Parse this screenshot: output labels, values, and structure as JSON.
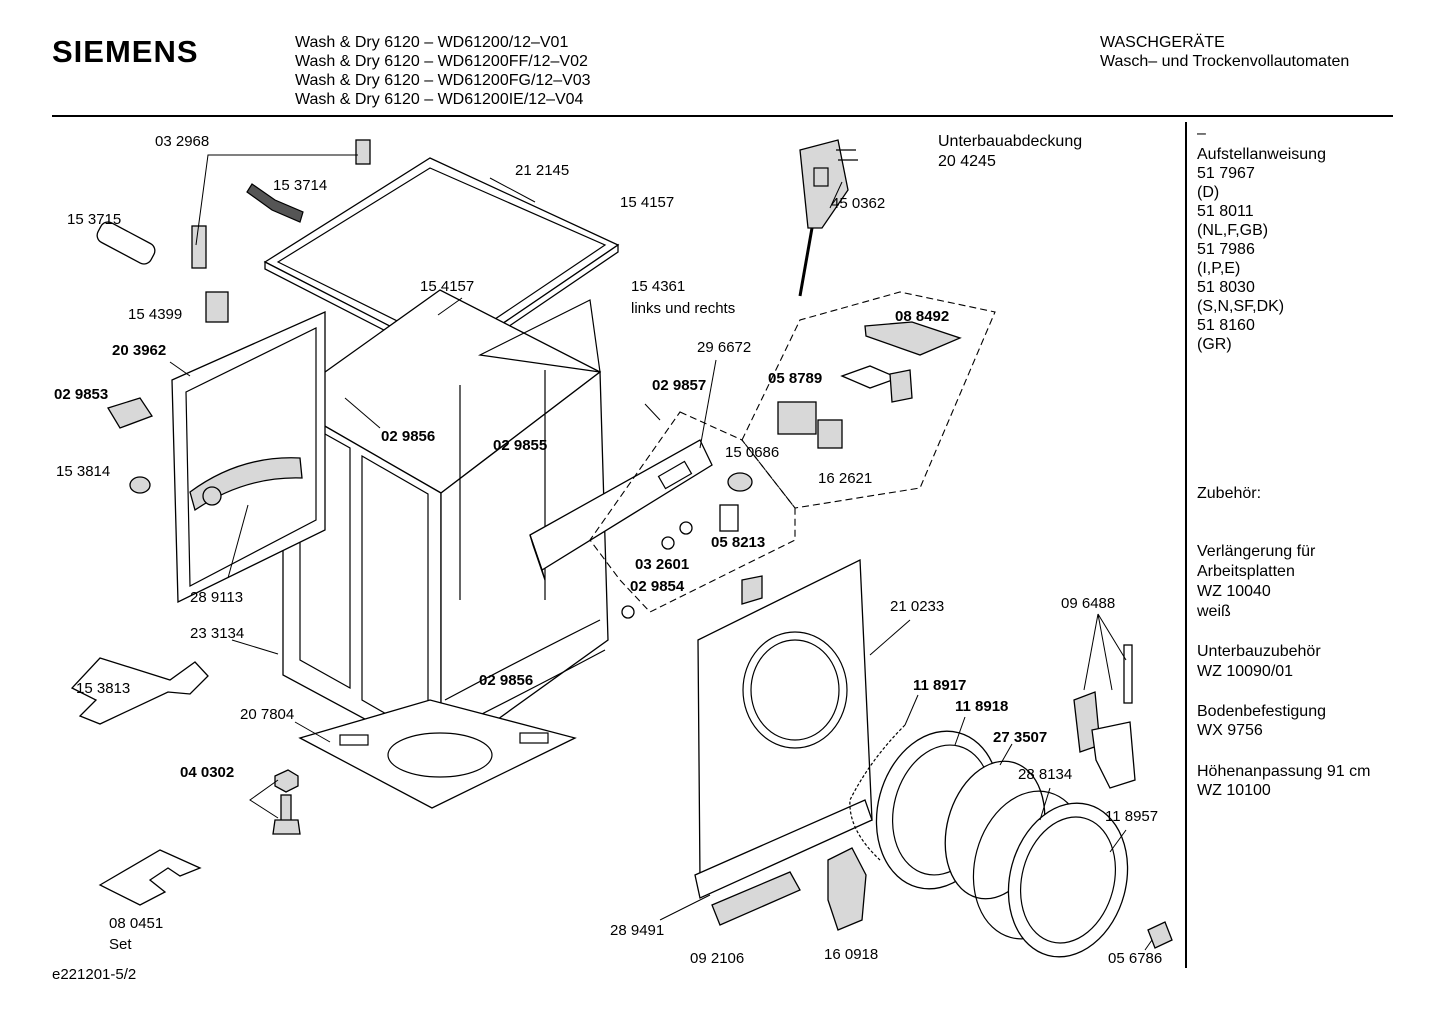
{
  "header": {
    "brand": "SIEMENS",
    "models": [
      "Wash & Dry 6120 – WD61200/12–V01",
      "Wash & Dry 6120 – WD61200FF/12–V02",
      "Wash & Dry 6120 – WD61200FG/12–V03",
      "Wash & Dry 6120 – WD61200IE/12–V04"
    ],
    "category": "WASCHGERÄTE",
    "subcategory": "Wasch– und Trockenvollautomaten"
  },
  "sidebar": {
    "dash": "–",
    "manual_title": "Aufstellanweisung",
    "manual_lines": [
      "51 7967",
      "(D)",
      "51 8011",
      "(NL,F,GB)",
      "51 7986",
      "(I,P,E)",
      "51 8030",
      "(S,N,SF,DK)",
      "51 8160",
      "(GR)"
    ],
    "accessories_title": "Zubehör:",
    "accessories": [
      {
        "lines": [
          "Verlängerung für",
          "Arbeitsplatten",
          "WZ 10040",
          "weiß"
        ]
      },
      {
        "lines": [
          "Unterbauzubehör",
          "WZ 10090/01"
        ]
      },
      {
        "lines": [
          "Bodenbefestigung",
          "WX 9756"
        ]
      },
      {
        "lines": [
          "Höhenanpassung 91 cm",
          "WZ 10100"
        ]
      }
    ]
  },
  "parts": [
    {
      "id": "p-032968",
      "text": "03 2968",
      "bold": false
    },
    {
      "id": "p-153714",
      "text": "15 3714",
      "bold": false
    },
    {
      "id": "p-212145",
      "text": "21 2145",
      "bold": false
    },
    {
      "id": "p-154157a",
      "text": "15 4157",
      "bold": false
    },
    {
      "id": "p-153715",
      "text": "15 3715",
      "bold": false
    },
    {
      "id": "p-154399",
      "text": "15 4399",
      "bold": false
    },
    {
      "id": "p-154157b",
      "text": "15 4157",
      "bold": false
    },
    {
      "id": "p-154361",
      "text": "15 4361",
      "bold": false
    },
    {
      "id": "p-154361b",
      "text": "links und rechts",
      "bold": false
    },
    {
      "id": "p-203962",
      "text": "20 3962",
      "bold": true
    },
    {
      "id": "p-029853",
      "text": "02 9853",
      "bold": true
    },
    {
      "id": "p-029856a",
      "text": "02 9856",
      "bold": true
    },
    {
      "id": "p-153814",
      "text": "15 3814",
      "bold": false
    },
    {
      "id": "p-289113",
      "text": "28 9113",
      "bold": false
    },
    {
      "id": "p-233134",
      "text": "23 3134",
      "bold": false
    },
    {
      "id": "p-153813",
      "text": "15 3813",
      "bold": false
    },
    {
      "id": "p-207804",
      "text": "20 7804",
      "bold": false
    },
    {
      "id": "p-040302",
      "text": "04 0302",
      "bold": true
    },
    {
      "id": "p-080451",
      "text": "08 0451",
      "bold": false
    },
    {
      "id": "p-set",
      "text": "Set",
      "bold": false
    },
    {
      "id": "p-029856b",
      "text": "02 9856",
      "bold": true
    },
    {
      "id": "p-029855",
      "text": "02 9855",
      "bold": true
    },
    {
      "id": "p-029857",
      "text": "02 9857",
      "bold": true
    },
    {
      "id": "p-296672",
      "text": "29 6672",
      "bold": false
    },
    {
      "id": "p-150686",
      "text": "15 0686",
      "bold": false
    },
    {
      "id": "p-032601",
      "text": "03 2601",
      "bold": true
    },
    {
      "id": "p-058213",
      "text": "05 8213",
      "bold": true
    },
    {
      "id": "p-029854",
      "text": "02 9854",
      "bold": true
    },
    {
      "id": "p-450362",
      "text": "45 0362",
      "bold": false
    },
    {
      "id": "p-unterbau",
      "text": "Unterbauabdeckung",
      "bold": false
    },
    {
      "id": "p-204245",
      "text": "20 4245",
      "bold": false
    },
    {
      "id": "p-088492",
      "text": "08 8492",
      "bold": true
    },
    {
      "id": "p-058789",
      "text": "05 8789",
      "bold": true
    },
    {
      "id": "p-162621",
      "text": "16 2621",
      "bold": false
    },
    {
      "id": "p-210233",
      "text": "21 0233",
      "bold": false
    },
    {
      "id": "p-096488",
      "text": "09 6488",
      "bold": false
    },
    {
      "id": "p-118917",
      "text": "11 8917",
      "bold": true
    },
    {
      "id": "p-118918",
      "text": "11 8918",
      "bold": true
    },
    {
      "id": "p-273507",
      "text": "27 3507",
      "bold": true
    },
    {
      "id": "p-288134",
      "text": "28 8134",
      "bold": false
    },
    {
      "id": "p-118957",
      "text": "11 8957",
      "bold": false
    },
    {
      "id": "p-289491",
      "text": "28 9491",
      "bold": false
    },
    {
      "id": "p-092106",
      "text": "09 2106",
      "bold": false
    },
    {
      "id": "p-160918",
      "text": "16 0918",
      "bold": false
    },
    {
      "id": "p-056786",
      "text": "05 6786",
      "bold": false
    }
  ],
  "footer": {
    "code": "e221201-5/2"
  }
}
